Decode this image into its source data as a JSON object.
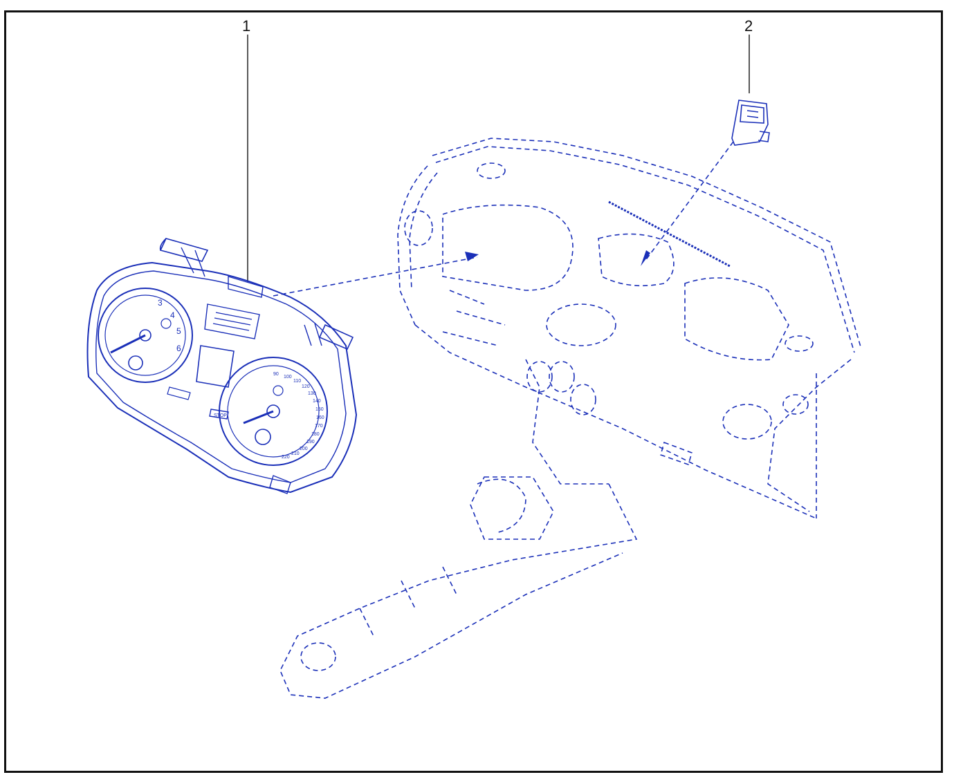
{
  "colors": {
    "line": "#1a2fb8",
    "frame": "#111111",
    "background": "#ffffff",
    "callout": "#111111"
  },
  "callouts": [
    {
      "label": "1"
    },
    {
      "label": "2"
    }
  ],
  "instrument_cluster": {
    "stop_label": "STOP",
    "tach_numbers": [
      "3",
      "4",
      "5",
      "6"
    ],
    "speed_numbers": [
      "90",
      "100",
      "110",
      "120",
      "130",
      "140",
      "150",
      "160",
      "170",
      "180",
      "190",
      "200",
      "210",
      "220"
    ]
  }
}
